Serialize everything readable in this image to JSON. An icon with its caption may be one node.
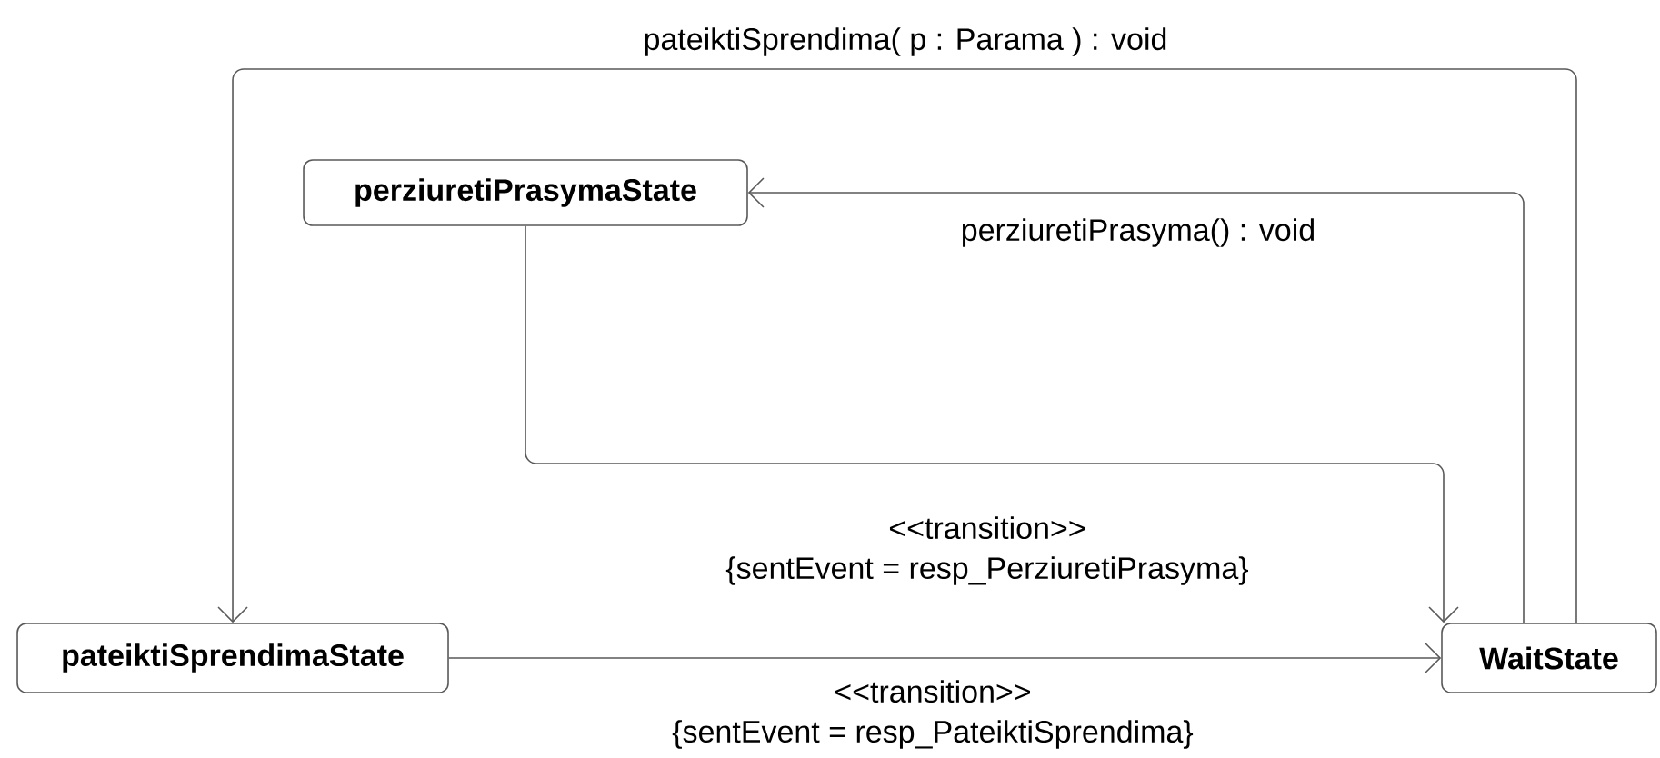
{
  "diagram": {
    "nodes": [
      {
        "text": [
          "perziuretiPrasymaState"
        ]
      },
      {
        "text": [
          "pateiktiSprendimaState"
        ]
      },
      {
        "text": [
          "WaitState"
        ]
      }
    ],
    "edges": [
      {
        "from": 0,
        "to": 2,
        "arrow": "to",
        "label": "<<transition>> {sentEvent = resp_PerziuretiPrasyma}"
      },
      {
        "from": 2,
        "to": 0,
        "arrow": "to",
        "label": "perziuretiPrasyma() : void"
      },
      {
        "from": 2,
        "to": 1,
        "arrow": "to",
        "label": "pateiktiSprendima( p : Parama ) : void"
      },
      {
        "from": 1,
        "to": 2,
        "arrow": "to",
        "label": "<<transition>> {sentEvent = resp_PateiktiSprendima}"
      }
    ]
  }
}
